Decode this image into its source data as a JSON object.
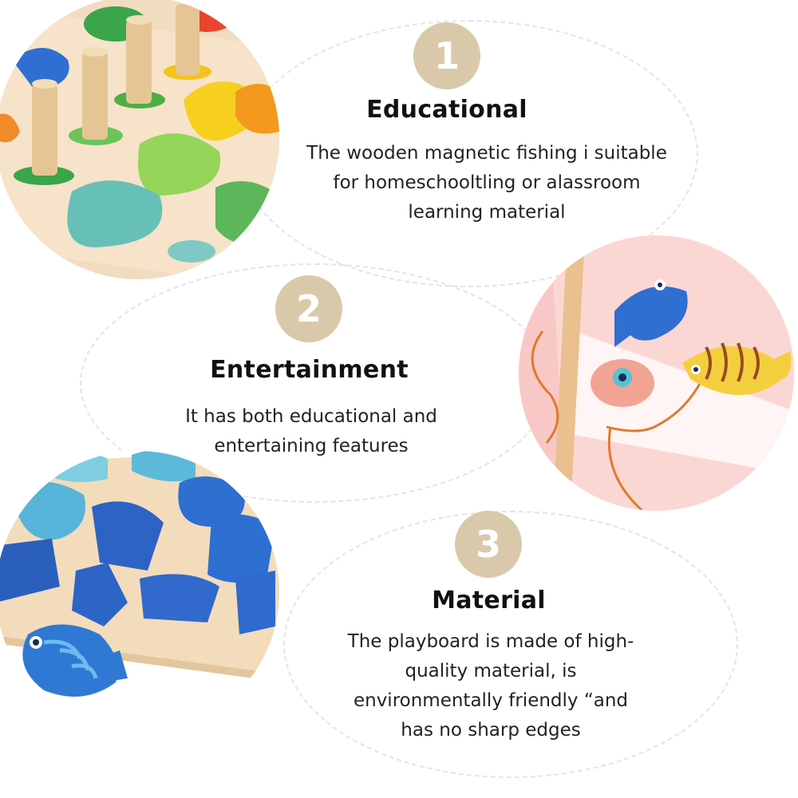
{
  "theme": {
    "badge_color": "#d9c9aa",
    "dash_color": "#e4e4e4",
    "text_color": "#111111"
  },
  "features": [
    {
      "number": "1",
      "title": "Educational",
      "lines": [
        "The wooden magnetic fishing i suitable",
        "for homeschooltling or alassroom",
        "learning material"
      ],
      "image_icon": "number-puzzle-board-photo"
    },
    {
      "number": "2",
      "title": "Entertainment",
      "lines": [
        "It has both educational and",
        "entertaining features"
      ],
      "image_icon": "fishing-rod-fish-photo"
    },
    {
      "number": "3",
      "title": "Material",
      "lines": [
        "The playboard is made of high-",
        "quality material, is",
        "environmentally friendly “and",
        "has no sharp edges"
      ],
      "image_icon": "alphabet-puzzle-board-photo"
    }
  ]
}
